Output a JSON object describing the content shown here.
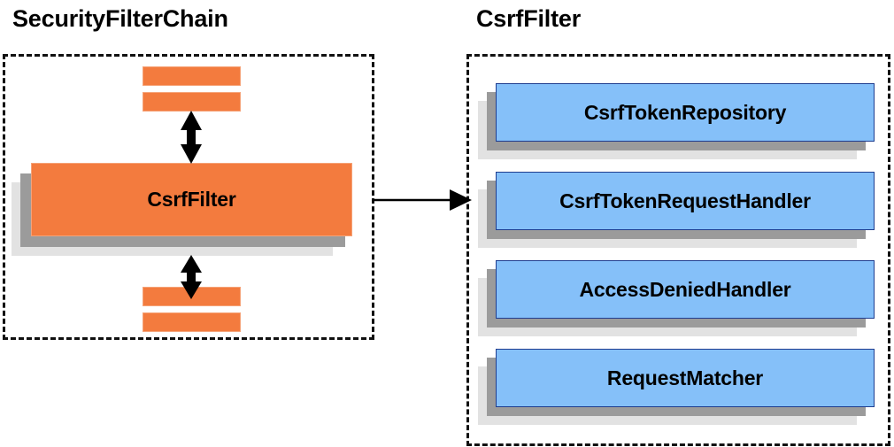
{
  "diagram": {
    "title_left": "SecurityFilterChain",
    "title_right": "CsrfFilter",
    "colors": {
      "orange_fill": "#f37b3e",
      "orange_border": "#f5a277",
      "blue_fill": "#85c0f9",
      "blue_border": "#1f3d8f",
      "shadow_dark": "#9b9b9b",
      "shadow_light": "#e2e2e2",
      "dash_border": "#111111",
      "text": "#000000"
    }
  },
  "left_panel": {
    "label": "SecurityFilterChain",
    "filter_box": {
      "label": "CsrfFilter"
    },
    "top_bars": [
      "filter-bar-top-1",
      "filter-bar-top-2"
    ],
    "bottom_bars": [
      "filter-bar-bottom-1",
      "filter-bar-bottom-2"
    ],
    "arrow_up": "double-arrow-vertical",
    "arrow_down": "double-arrow-vertical"
  },
  "right_panel": {
    "label": "CsrfFilter",
    "collaborators": [
      {
        "label": "CsrfTokenRepository"
      },
      {
        "label": "CsrfTokenRequestHandler"
      },
      {
        "label": "AccessDeniedHandler"
      },
      {
        "label": "RequestMatcher"
      }
    ]
  },
  "connector": {
    "from": "CsrfFilter",
    "to": "CsrfFilter collaborators",
    "type": "arrow-right"
  }
}
